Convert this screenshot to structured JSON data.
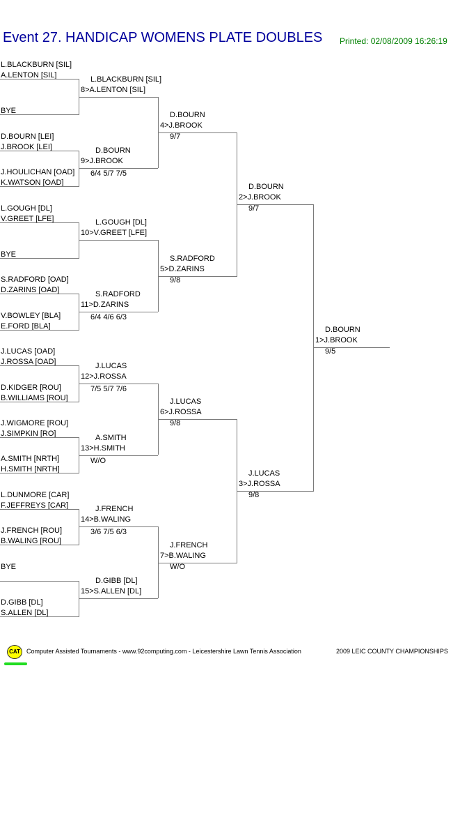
{
  "header": {
    "title": "Event 27. HANDICAP WOMENS PLATE DOUBLES",
    "printed": "Printed: 02/08/2009 16:26:19"
  },
  "round1": [
    [
      "L.BLACKBURN [SIL]",
      "A.LENTON [SIL]"
    ],
    [
      "",
      "BYE"
    ],
    [
      "D.BOURN [LEI]",
      "J.BROOK [LEI]"
    ],
    [
      "J.HOULICHAN [OAD]",
      "K.WATSON [OAD]"
    ],
    [
      "L.GOUGH [DL]",
      "V.GREET [LFE]"
    ],
    [
      "",
      "BYE"
    ],
    [
      "S.RADFORD [OAD]",
      "D.ZARINS [OAD]"
    ],
    [
      "V.BOWLEY [BLA]",
      "E.FORD [BLA]"
    ],
    [
      "J.LUCAS [OAD]",
      "J.ROSSA [OAD]"
    ],
    [
      "D.KIDGER [ROU]",
      "B.WILLIAMS [ROU]"
    ],
    [
      "J.WIGMORE [ROU]",
      "J.SIMPKIN [RO]"
    ],
    [
      "A.SMITH [NRTH]",
      "H.SMITH [NRTH]"
    ],
    [
      "L.DUNMORE [CAR]",
      "F.JEFFREYS [CAR]"
    ],
    [
      "J.FRENCH [ROU]",
      "B.WALING [ROU]"
    ],
    [
      "BYE",
      ""
    ],
    [
      "D.GIBB [DL]",
      "S.ALLEN [DL]"
    ]
  ],
  "round2": [
    {
      "p1": "L.BLACKBURN [SIL]",
      "p2": "8>A.LENTON [SIL]",
      "score": ""
    },
    {
      "p1": "D.BOURN",
      "p2": "9>J.BROOK",
      "score": "6/4 5/7 7/5"
    },
    {
      "p1": "L.GOUGH [DL]",
      "p2": "10>V.GREET [LFE]",
      "score": ""
    },
    {
      "p1": "S.RADFORD",
      "p2": "11>D.ZARINS",
      "score": "6/4 4/6 6/3"
    },
    {
      "p1": "J.LUCAS",
      "p2": "12>J.ROSSA",
      "score": "7/5 5/7 7/6"
    },
    {
      "p1": "A.SMITH",
      "p2": "13>H.SMITH",
      "score": "W/O"
    },
    {
      "p1": "J.FRENCH",
      "p2": "14>B.WALING",
      "score": "3/6 7/5 6/3"
    },
    {
      "p1": "D.GIBB [DL]",
      "p2": "15>S.ALLEN [DL]",
      "score": ""
    }
  ],
  "round3": [
    {
      "p1": "D.BOURN",
      "p2": "4>J.BROOK",
      "score": "9/7"
    },
    {
      "p1": "S.RADFORD",
      "p2": "5>D.ZARINS",
      "score": "9/8"
    },
    {
      "p1": "J.LUCAS",
      "p2": "6>J.ROSSA",
      "score": "9/8"
    },
    {
      "p1": "J.FRENCH",
      "p2": "7>B.WALING",
      "score": "W/O"
    }
  ],
  "round4": [
    {
      "p1": "D.BOURN",
      "p2": "2>J.BROOK",
      "score": "9/7"
    },
    {
      "p1": "J.LUCAS",
      "p2": "3>J.ROSSA",
      "score": "9/8"
    }
  ],
  "final": {
    "p1": "D.BOURN",
    "p2": "1>J.BROOK",
    "score": "9/5"
  },
  "footer": {
    "logo_text": "CAT",
    "credit": "Computer Assisted Tournaments - www.92computing.com -  Leicestershire Lawn Tennis Association",
    "championship": "2009 LEIC COUNTY CHAMPIONSHIPS"
  },
  "colors": {
    "title": "#00009c",
    "printed": "#008000",
    "lines": "#7a7a7a",
    "logo": "#ffff00",
    "logo_underline": "#22dd22"
  }
}
